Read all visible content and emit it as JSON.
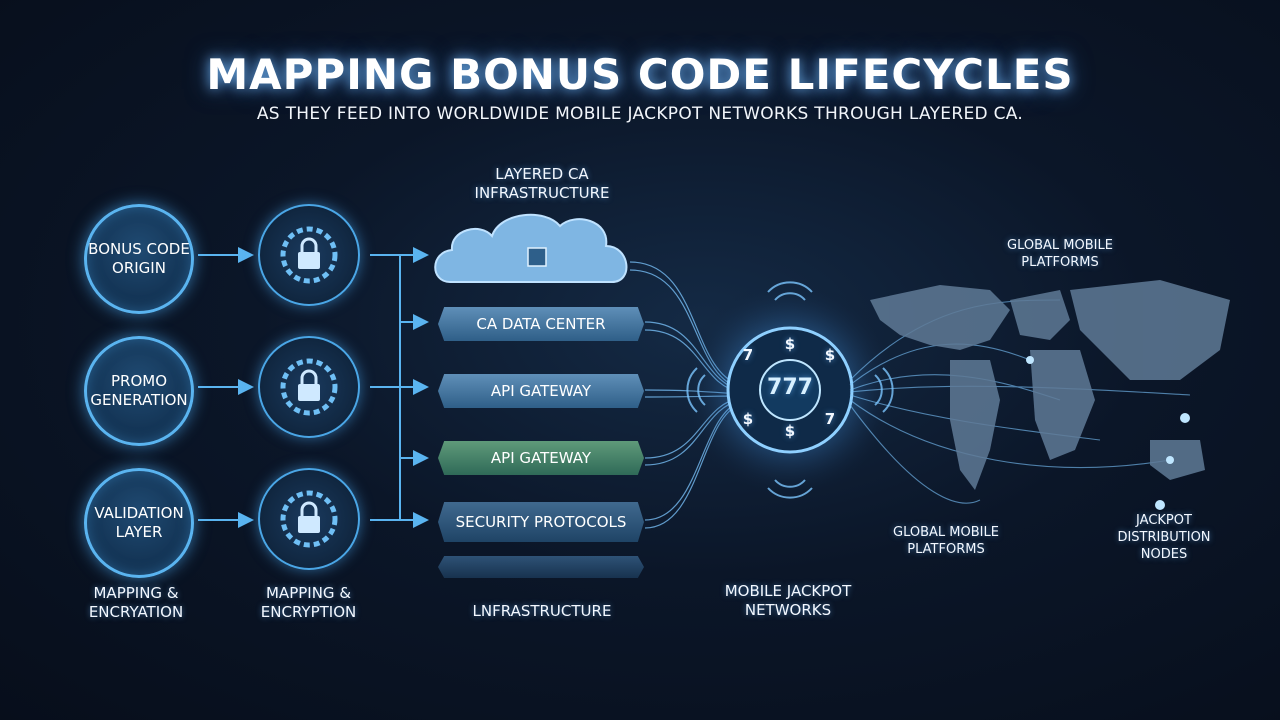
{
  "header": {
    "title": "MAPPING BONUS CODE LIFECYCLES",
    "subtitle": "AS THEY FEED INTO WORLDWIDE MOBILE JACKPOT NETWORKS THROUGH LAYERED CA."
  },
  "sources": [
    {
      "label": "BONUS CODE ORIGIN"
    },
    {
      "label": "PROMO GENERATION"
    },
    {
      "label": "VALIDATION LAYER"
    }
  ],
  "captions": {
    "col1": "MAPPING & ENCRYATION",
    "col2": "MAPPING & ENCRYPTION",
    "infra_top": "LAYERED CA INFRASTRUCTURE",
    "infra_bottom": "LNFRASTRUCTURE",
    "hub": "MOBILE JACKPOT NETWORKS",
    "map_top": "GLOBAL MOBILE PLATFORMS",
    "map_bottom_left": "GLOBAL MOBILE PLATFORMS",
    "map_bottom_right": "JACKPOT DISTRIBUTION NODES"
  },
  "layers": [
    {
      "label": "CA DATA CENTER",
      "color": "blue"
    },
    {
      "label": "API GATEWAY",
      "color": "blue"
    },
    {
      "label": "API GATEWAY",
      "color": "green"
    },
    {
      "label": "SECURITY PROTOCOLS",
      "color": "dark"
    }
  ],
  "hub": {
    "center": "777",
    "symbols": [
      "7",
      "$",
      "$",
      "7",
      "$",
      "$"
    ]
  },
  "icons": [
    "lock-gear-icon",
    "cloud-chip-icon",
    "slot-777-icon",
    "world-map-icon",
    "signal-waves-icon"
  ],
  "colors": {
    "accent": "#5ab4f0",
    "background": "#0b1628",
    "green_layer": "#4a8a6a"
  }
}
